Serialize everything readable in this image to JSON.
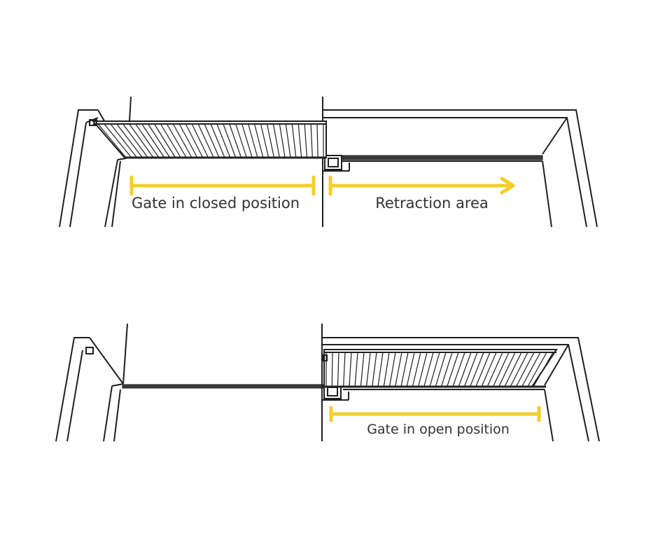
{
  "labels": {
    "closed": "Gate in closed position",
    "retraction": "Retraction area",
    "open": "Gate in open position"
  },
  "colors": {
    "line": "#1f1f1f",
    "accent": "#f2cf2a",
    "text": "#333333"
  },
  "gate": {
    "bar_count": 36
  }
}
